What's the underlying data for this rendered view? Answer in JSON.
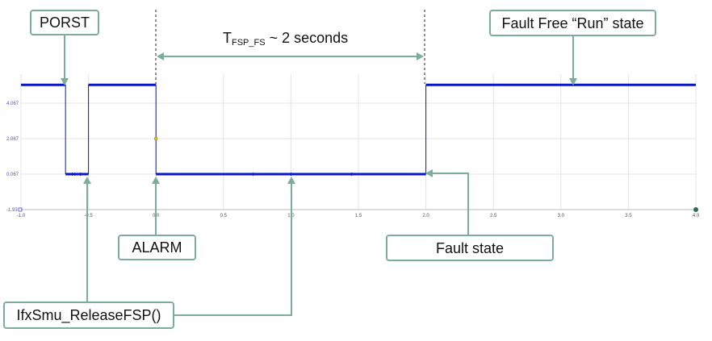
{
  "annotations": {
    "porst": "PORST",
    "run_state": "Fault Free “Run” state",
    "alarm": "ALARM",
    "fault_state": "Fault state",
    "release_fsp": "IfxSmu_ReleaseFSP()"
  },
  "duration": {
    "prefix": "T",
    "subscript": "FSP_FS",
    "suffix": " ~ 2 seconds"
  },
  "chart_data": {
    "type": "line",
    "x_ticks": [
      "-1.0",
      "-0.5",
      "0.0",
      "0.5",
      "1.0",
      "1.5",
      "2.0",
      "2.5",
      "3.0",
      "3.5",
      "4.0"
    ],
    "y_ticks": [
      "4.067",
      "2.067",
      "0.067",
      "-1.93"
    ],
    "xlim": [
      -1.0,
      4.0
    ],
    "ylim": [
      -1.93,
      6.067
    ],
    "series": [
      {
        "color": "#0a14c8",
        "x": [
          -1.0,
          -0.67,
          -0.67,
          -0.5,
          -0.5,
          0.0,
          0.0,
          2.0,
          2.0,
          4.0
        ],
        "y": [
          5.1,
          5.1,
          0.067,
          0.067,
          5.1,
          5.1,
          0.067,
          0.067,
          5.1,
          5.1
        ]
      }
    ],
    "marker_points": [
      {
        "x": 0.0,
        "y": 2.067,
        "color": "#e8c21a"
      }
    ],
    "colors": {
      "signal": "#0a14c8",
      "callout_border": "#7bae9a",
      "grid": "#e4e4e4"
    }
  }
}
